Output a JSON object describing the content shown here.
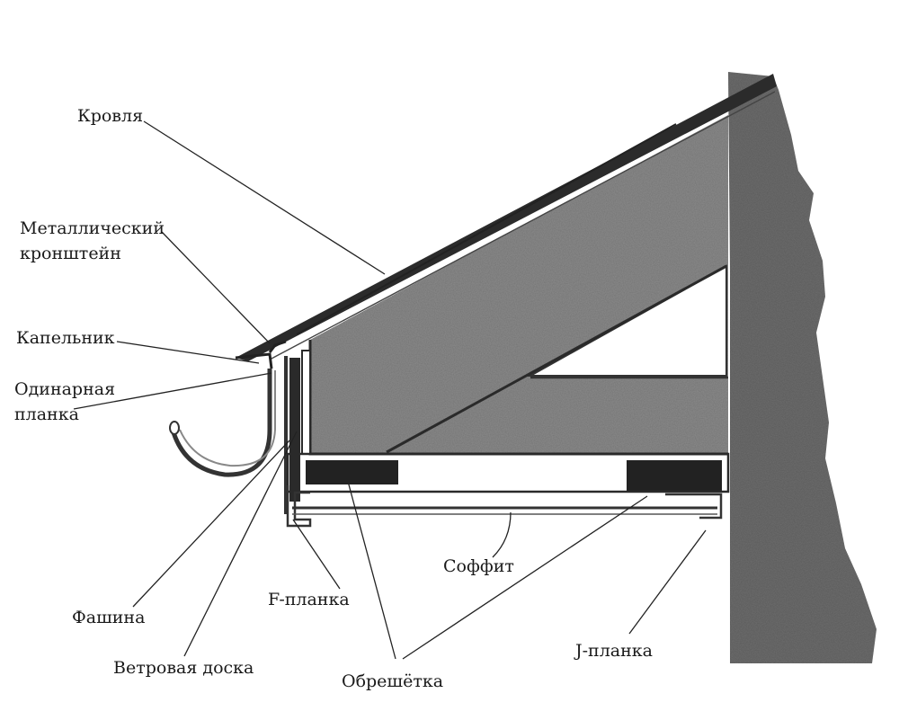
{
  "labels": {
    "roof": "Кровля",
    "bracket_1": "Металлический",
    "bracket_2": "кронштейн",
    "drip": "Капельник",
    "single_1": "Одинарная",
    "single_2": "планка",
    "fascia": "Фашина",
    "wind_board": "Ветровая доска",
    "f_strip": "F-планка",
    "soffit": "Соффит",
    "battens": "Обрешётка",
    "j_strip": "J-планка"
  },
  "colors": {
    "wall": "#6e6e6e",
    "wall_dark": "#5c5c5c",
    "rafter": "#8c8c8c",
    "roof_line": "#222222",
    "batten": "#222222",
    "gutter": "#333333"
  }
}
